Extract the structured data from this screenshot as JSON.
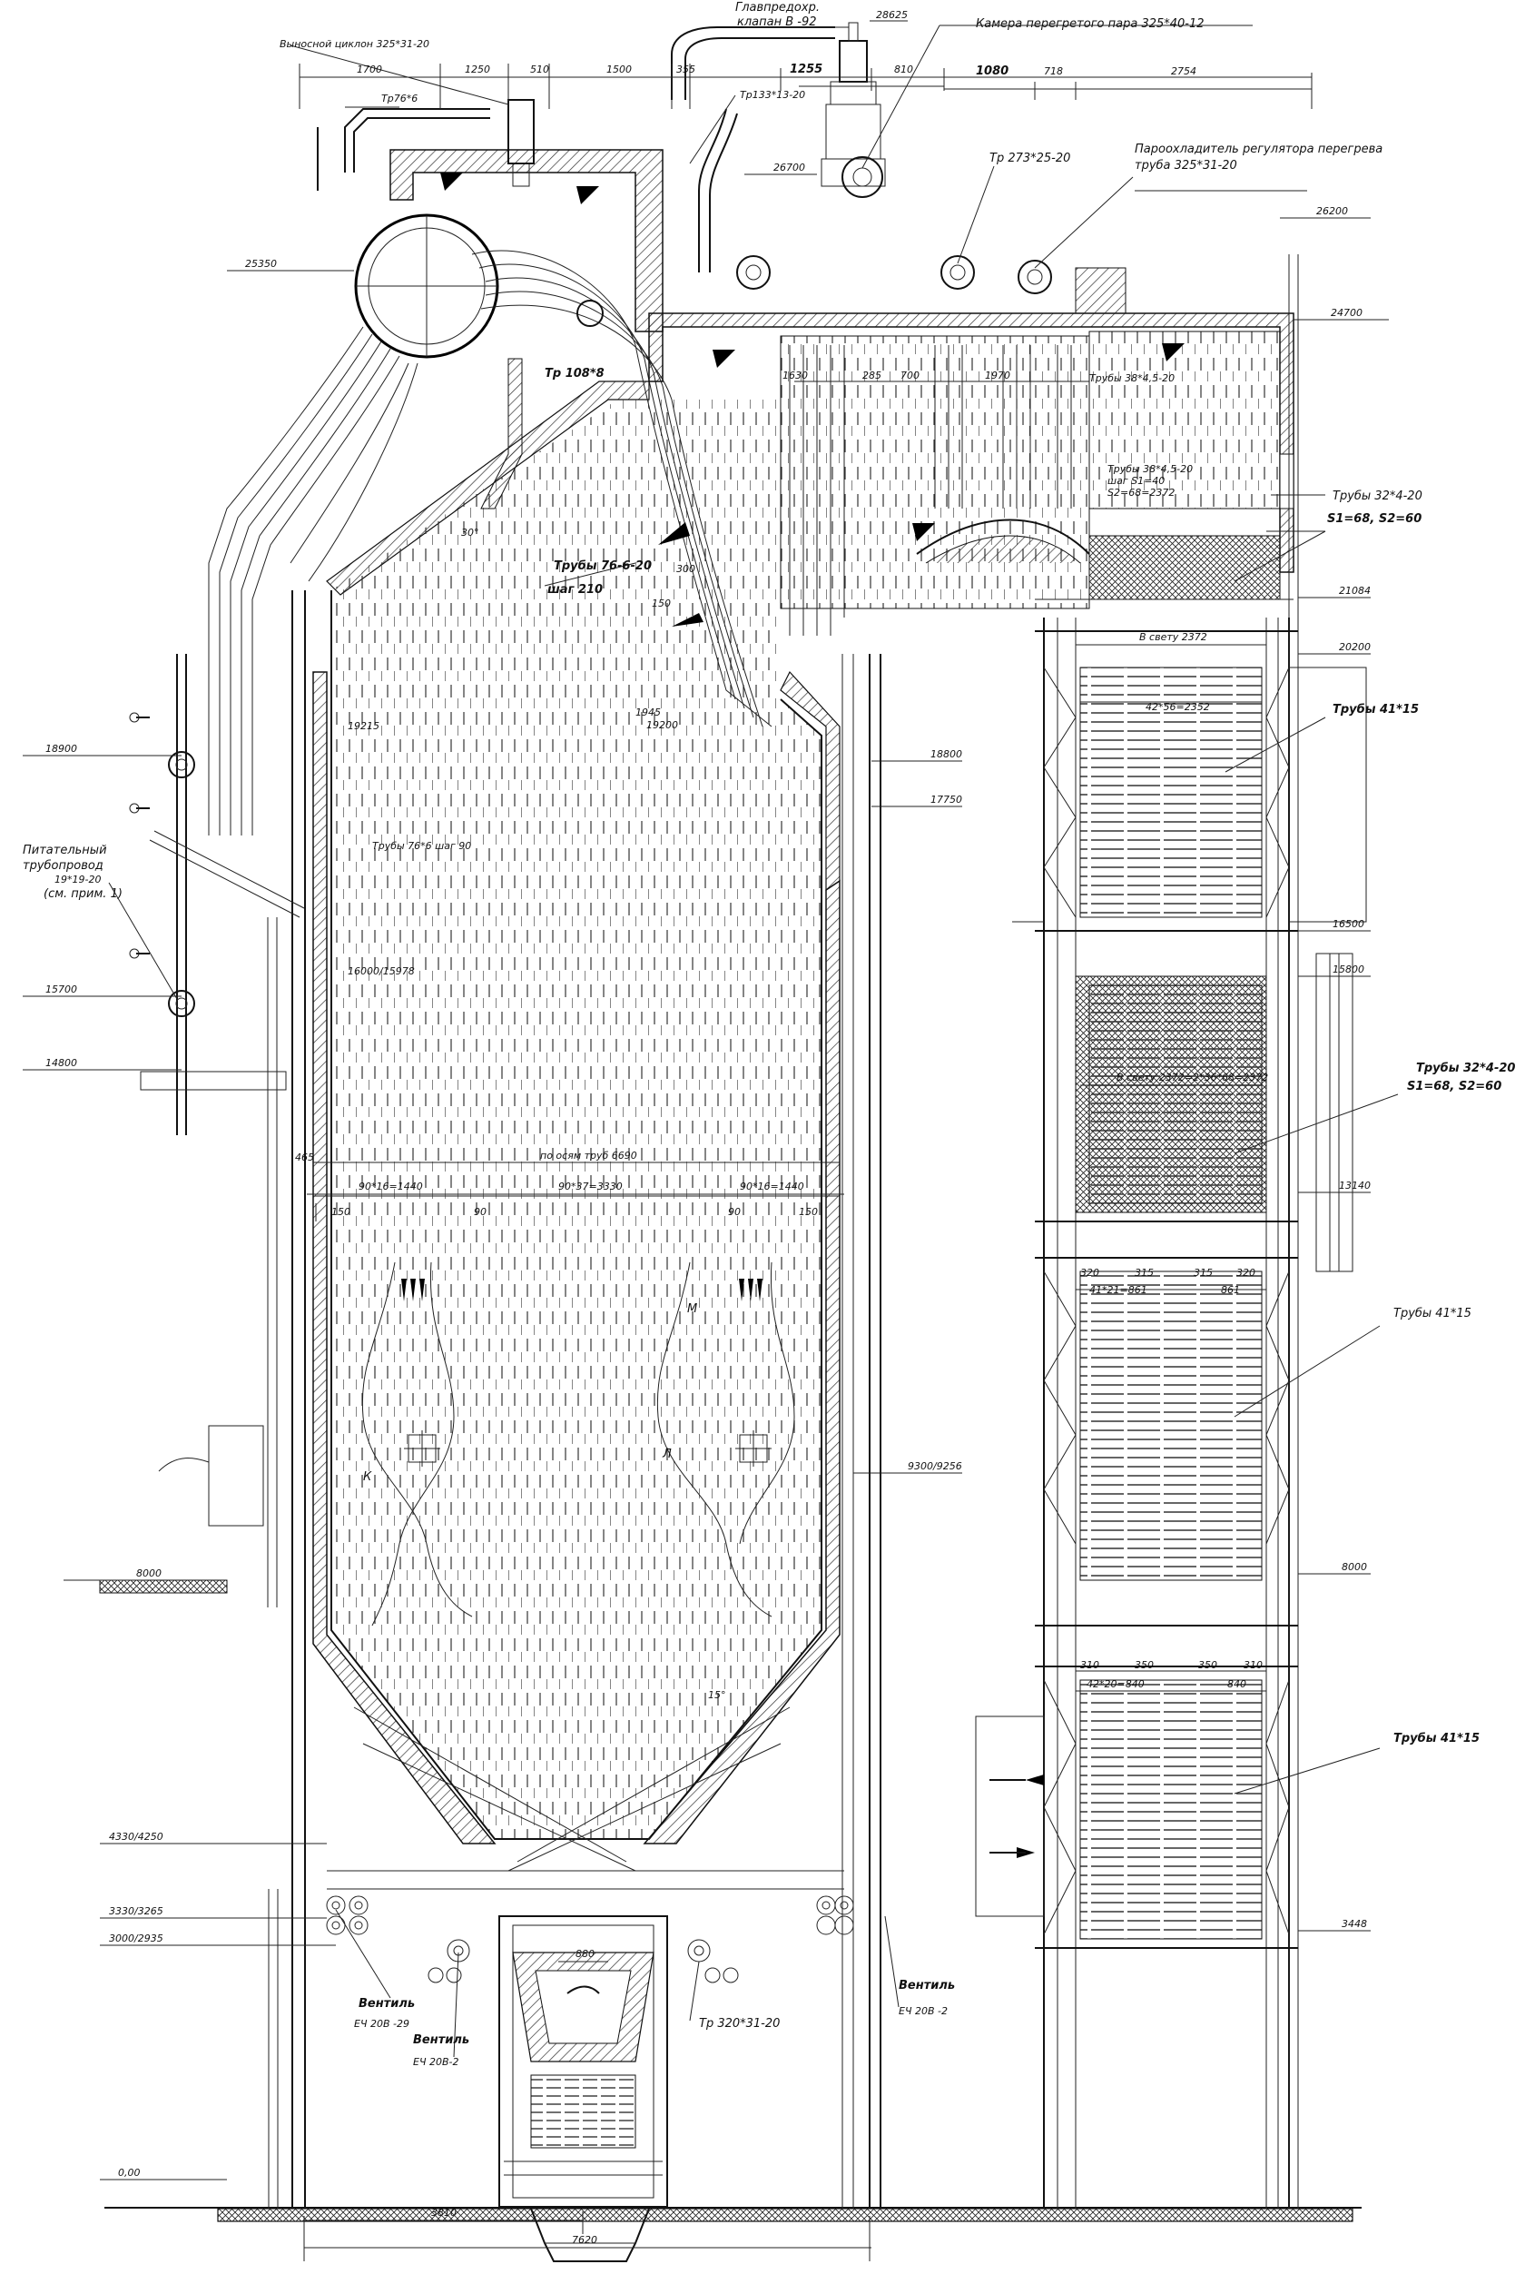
{
  "labels": {
    "cyclone": "Выносной циклон 325*31-20",
    "main_valve_1": "Главпредохр.",
    "main_valve_2": "клапан В -92",
    "superheat_chamber": "Камера перегретого пара 325*40-12",
    "tr76": "Тр76*6",
    "tr133": "Тр133*13-20",
    "tr273": "Тр 273*25-20",
    "desuperheater_1": "Пароохладитель регулятора перегрева",
    "desuperheater_2": "труба 325*31-20",
    "tr108": "Тр 108*8",
    "pipes_76_1": "Трубы 76-6-20",
    "pipes_76_2": "шаг 210",
    "pipes_38a": "Трубы 38*4,5-20",
    "pipes_38b_1": "Трубы 38*4,5-20",
    "pipes_38b_2": "шаг S1=40",
    "pipes_38b_3": "S2=68=2372",
    "pipes_32a_1": "Трубы 32*4-20",
    "pipes_32a_2": "S1=68, S2=60",
    "pipes_41a": "Трубы 41*15",
    "pipes_32b_1": "Трубы 32*4-20",
    "pipes_32b_2": "S1=68, S2=60",
    "pipes_41b": "Трубы 41*15",
    "pipes_41c": "Трубы 41*15",
    "feed_1": "Питательный",
    "feed_2": "трубопровод",
    "feed_3": "19*19-20",
    "feed_4": "(см. прим. 1)",
    "screen_pipes": "Трубы 76*6 шаг 90",
    "valve_left_1": "Вентиль",
    "valve_left_2": "ЕЧ 20В -29",
    "valve_mid_1": "Вентиль",
    "valve_mid_2": "ЕЧ 20В-2",
    "valve_right_1": "Вентиль",
    "valve_right_2": "ЕЧ 20В -2",
    "tr320": "Тр 320*31-20",
    "clear_2372": "В свету 2372",
    "clear_2372b": "В свету 2372=2*36*68=2372",
    "axis_6690": "по осям труб 6690",
    "letter_k": "К",
    "letter_l": "Л",
    "letter_m": "М"
  },
  "elevations": {
    "e28625": "28625",
    "e26700": "26700",
    "e26200": "26200",
    "e25350": "25350",
    "e24700": "24700",
    "e21084": "21084",
    "e20200": "20200",
    "e18900": "18900",
    "e18800": "18800",
    "e17750": "17750",
    "e16500": "16500",
    "e15800": "15800",
    "e15700": "15700",
    "e14800": "14800",
    "e13140": "13140",
    "e9300": "9300/9256",
    "e8000l": "8000",
    "e8000r": "8000",
    "e4330": "4330/4250",
    "e3448": "3448",
    "e3330": "3330/3265",
    "e3000": "3000/2935",
    "e0": "0,00",
    "e19200": "19200",
    "e16000": "16000/15978",
    "e19215": "19215"
  },
  "dims": {
    "d1700": "1700",
    "d1250": "1250",
    "d510": "510",
    "d1500": "1500",
    "d355": "355",
    "d1255": "1255",
    "d810": "810",
    "d1080": "1080",
    "d718": "718",
    "d2754": "2754",
    "d1630": "1630",
    "d285": "285",
    "d700": "700",
    "d1970": "1970",
    "d90_16_1440a": "90*16=1440",
    "d90_37_3330": "90*37=3330",
    "d90_16_1440b": "90*16=1440",
    "d150a": "150",
    "d90a": "90",
    "d90b": "90",
    "d150b": "150",
    "d465": "465",
    "d42_56": "42*56=2352",
    "d320a": "320",
    "d315a": "315",
    "d315b": "315",
    "d320b": "320",
    "d41_21a": "41*21=861",
    "d41_21b": "861",
    "d310a": "310",
    "d350a": "350",
    "d350b": "350",
    "d310b": "310",
    "d42_20a": "42*20=840",
    "d42_20b": "840",
    "d880": "880",
    "d3810": "3810",
    "d7620": "7620",
    "d1945": "1945",
    "d15deg": "15°",
    "d300": "300",
    "d150c": "150",
    "d30deg": "30°"
  }
}
